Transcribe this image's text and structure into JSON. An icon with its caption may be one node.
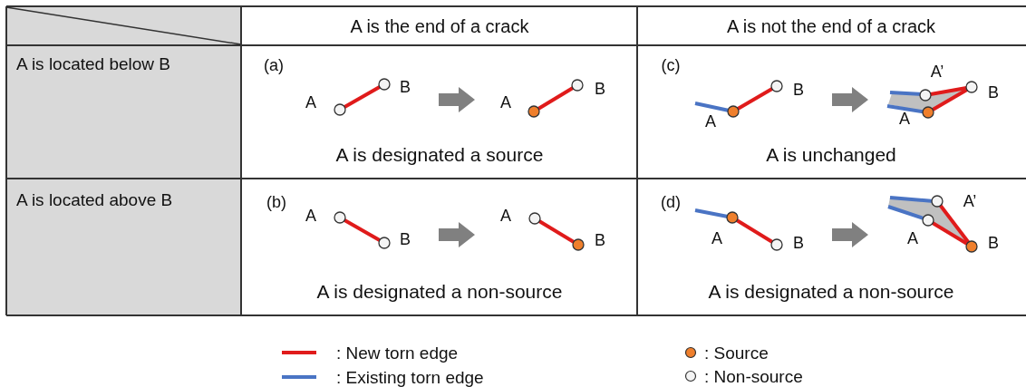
{
  "diagram": {
    "labels": [
      "A is the end of a crack",
      "A is not the end of a crack",
      "A is located below B",
      "(a)",
      "A",
      "B",
      "A",
      "B",
      "A is designated a source",
      "(c)",
      "B",
      "A",
      "A’",
      "B",
      "A",
      "A is unchanged",
      "A is located above B",
      "(b)",
      "A",
      "B",
      "A",
      "B",
      "A is designated a non-source",
      "(d)",
      "A",
      "B",
      "A’",
      "A",
      "B",
      "A is designated a non-source"
    ],
    "legend": [
      {
        "text": ": New torn edge"
      },
      {
        "text": ": Source"
      },
      {
        "text": ": Existing torn edge"
      },
      {
        "text": ": Non-source"
      }
    ]
  }
}
